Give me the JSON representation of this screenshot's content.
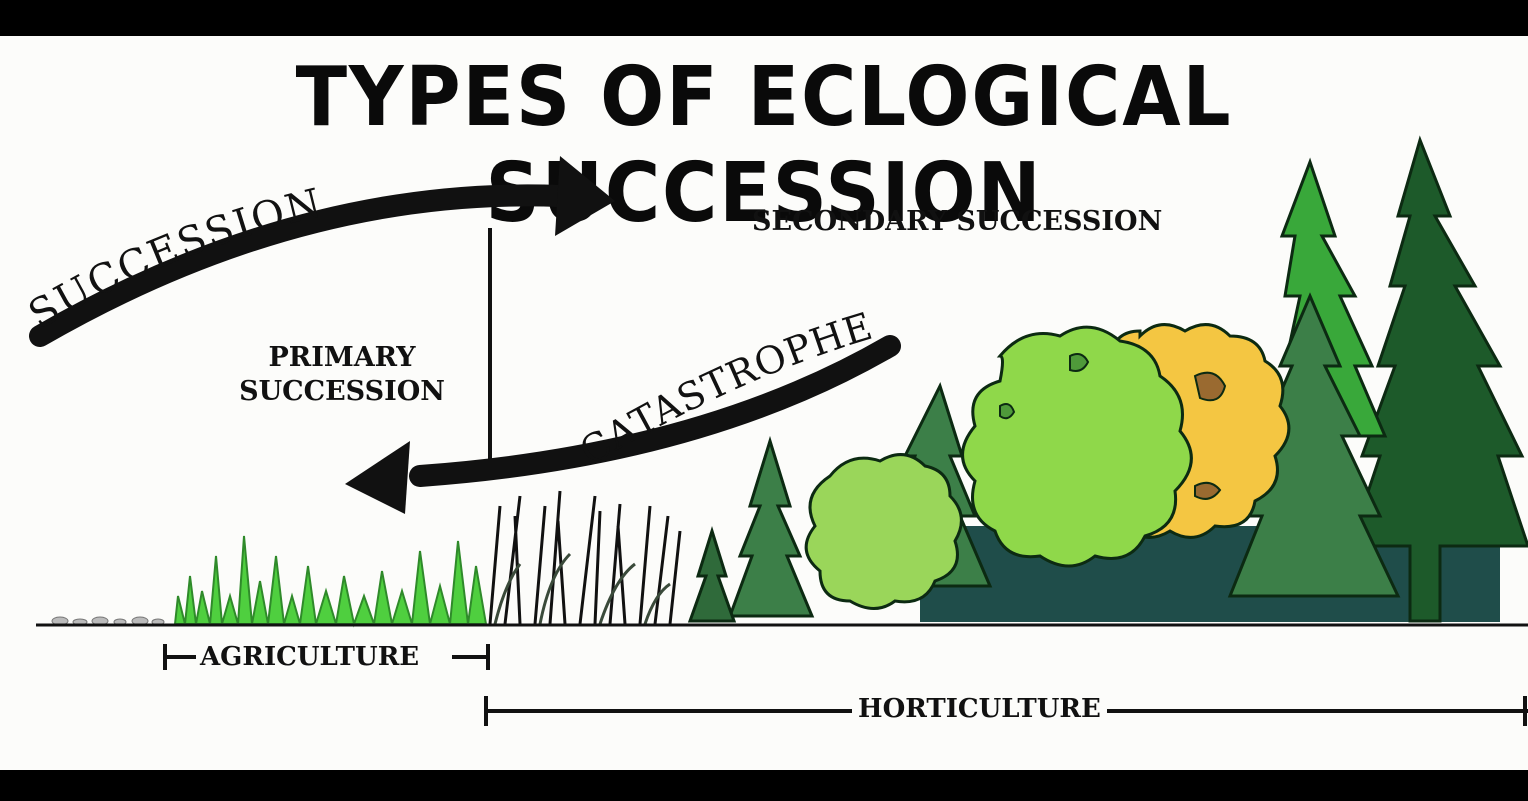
{
  "title": "TYPES OF ECLOGICAL SUCCESSION",
  "labels": {
    "succession": "SUCCESSION",
    "catastrophe": "CATASTROPHE",
    "primary_line1": "PRIMARY",
    "primary_line2": "SUCCESSION",
    "secondary": "SECONDARY SUCCESSION",
    "agriculture": "AGRICULTURE",
    "horticulture": "HORTICULTURE"
  },
  "colors": {
    "grass": "#4fcf3f",
    "light_tree": "#8fd84a",
    "yellow_tree": "#f4c642",
    "mid_green": "#2f8a3a",
    "dark_green": "#1d5a2a",
    "trunk_bg": "#1f4d4a"
  }
}
